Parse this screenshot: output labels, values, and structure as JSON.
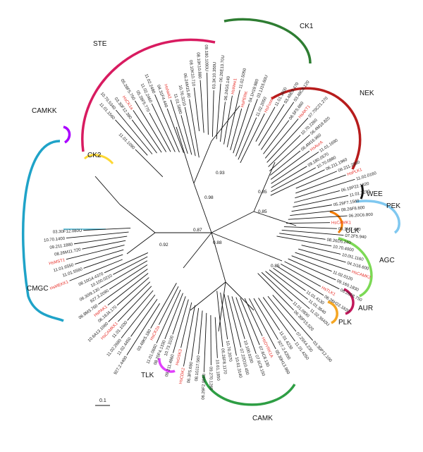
{
  "groups": [
    {
      "id": "ste",
      "label": "STE",
      "color": "#d81b60"
    },
    {
      "id": "ck1",
      "label": "CK1",
      "color": "#2e7d32"
    },
    {
      "id": "nek",
      "label": "NEK",
      "color": "#b71c1c"
    },
    {
      "id": "camkk",
      "label": "CAMKK",
      "color": "#aa00ff"
    },
    {
      "id": "ck2",
      "label": "CK2",
      "color": "#fdd835"
    },
    {
      "id": "wee",
      "label": "WEE",
      "color": "#111111"
    },
    {
      "id": "pek",
      "label": "PEK",
      "color": "#80c8f0"
    },
    {
      "id": "ulk",
      "label": "ULK",
      "color": "#f57c00"
    },
    {
      "id": "agc",
      "label": "AGC",
      "color": "#7cd955"
    },
    {
      "id": "cmgc",
      "label": "CMGC",
      "color": "#1fa3c8"
    },
    {
      "id": "aur",
      "label": "AUR",
      "color": "#c2185b"
    },
    {
      "id": "plk",
      "label": "PLK",
      "color": "#f5a623"
    },
    {
      "id": "tlk",
      "label": "TLK",
      "color": "#e040fb"
    },
    {
      "id": "camk",
      "label": "CAMK",
      "color": "#2e9e44"
    }
  ],
  "support_values": [
    "0.93",
    "0.98",
    "0.85",
    "0.85",
    "0.87",
    "0.92",
    "0.88",
    "0.85"
  ],
  "scale_bar_label": "0.1",
  "leaves": [
    "11.01.1090",
    "11.01.1560",
    "10.70.5340",
    "03.30F12.380",
    "HsCK1a",
    "05.28F5.750",
    "05.28F5.770",
    "11.02.2460",
    "11.02.2480",
    "04.31F4.440",
    "HsNek2",
    "11.01.5880",
    "10.70.3210",
    "06.24M15.80",
    "08.10K10.710",
    "08.10K10.880",
    "09.180.1090U",
    "03.3K10.350U",
    "06.26E13.70U",
    "06.24G5.140",
    "HsWee1",
    "11.02.5050",
    "HsPERK",
    "04.1H19.980",
    "03.1J15.60U",
    "11.02.2050",
    "HsFused",
    "11.01.1600",
    "03.48E8.470",
    "03.48C8.120",
    "06.5F5.660",
    "HsAKT1",
    "07.70C21.270",
    "10.70.2260",
    "06.4M18.820",
    "06.4M16.960",
    "HsAurA",
    "11.01.1690",
    "09.180.0570",
    "10.70.0880",
    "06.211.1960",
    "06.211.2980",
    "HsPLK1",
    "11.02.0160",
    "06.19P22.1820",
    "11.01.7230",
    "05.29F7.1560",
    "08.26F8.800",
    "06.20C6.800",
    "HsCAMK1",
    "06.1M7.490",
    "07.2F5.940",
    "08.26D5.240",
    "10.70.4000",
    "10.0I1.1160",
    "04.1I16.600",
    "HsCAMK2",
    "11.02.0120",
    "09.160.1830",
    "08.26F8.750",
    "HsTLK1",
    "06.26H22.1820",
    "11.01.4130",
    "11.01.3640",
    "11.02.3640U",
    "11.01.0930",
    "06.30P15.520",
    "03.30P12.100",
    "07.29X4.230",
    "11.01.4250",
    "11.01.4230",
    "927.2.4200",
    "05.30H13.960",
    "HsDYRK1A",
    "07.6C8.130",
    "07.6C8.150",
    "10.100.0230",
    "07.22O10.450",
    "10.61.3140",
    "10.70.2070",
    "06.26F8.1170",
    "10.61.1850",
    "09.270.1260",
    "06.29F2.9550",
    "08.10J17.560",
    "06.3F5.690",
    "HsCDK2",
    "HsGSK3",
    "09.211.4860",
    "10.73.3100",
    "08.20F4.1330",
    "11.01.0660",
    "HsCK2a",
    "03.48K5.180",
    "927.2.4400",
    "11.02.4450",
    "11.02.2680",
    "11.01.1030",
    "HsCAMKK1",
    "10.6A13.1060",
    "06.16J4.170",
    "HsPAK1",
    "06.8M3.760",
    "927.3.2090",
    "06.30I9.130",
    "10.100.0210",
    "08.10G4.4370",
    "HsMEKK1",
    "11.01.5560",
    "11.01.6550",
    "HsMST1",
    "08.26M11.720",
    "09.211.1880",
    "10.70.1400",
    "03.30F12.080U"
  ],
  "red_leaves": [
    "HsCK1a",
    "HsNek2",
    "HsWee1",
    "HsPERK",
    "HsFused",
    "HsAKT1",
    "HsAurA",
    "HsPLK1",
    "HsCAMK1",
    "HsCAMK2",
    "HsTLK1",
    "HsDYRK1A",
    "HsCDK2",
    "HsGSK3",
    "HsCK2a",
    "HsCAMKK1",
    "HsPAK1",
    "HsMEKK1",
    "HsMST1"
  ]
}
